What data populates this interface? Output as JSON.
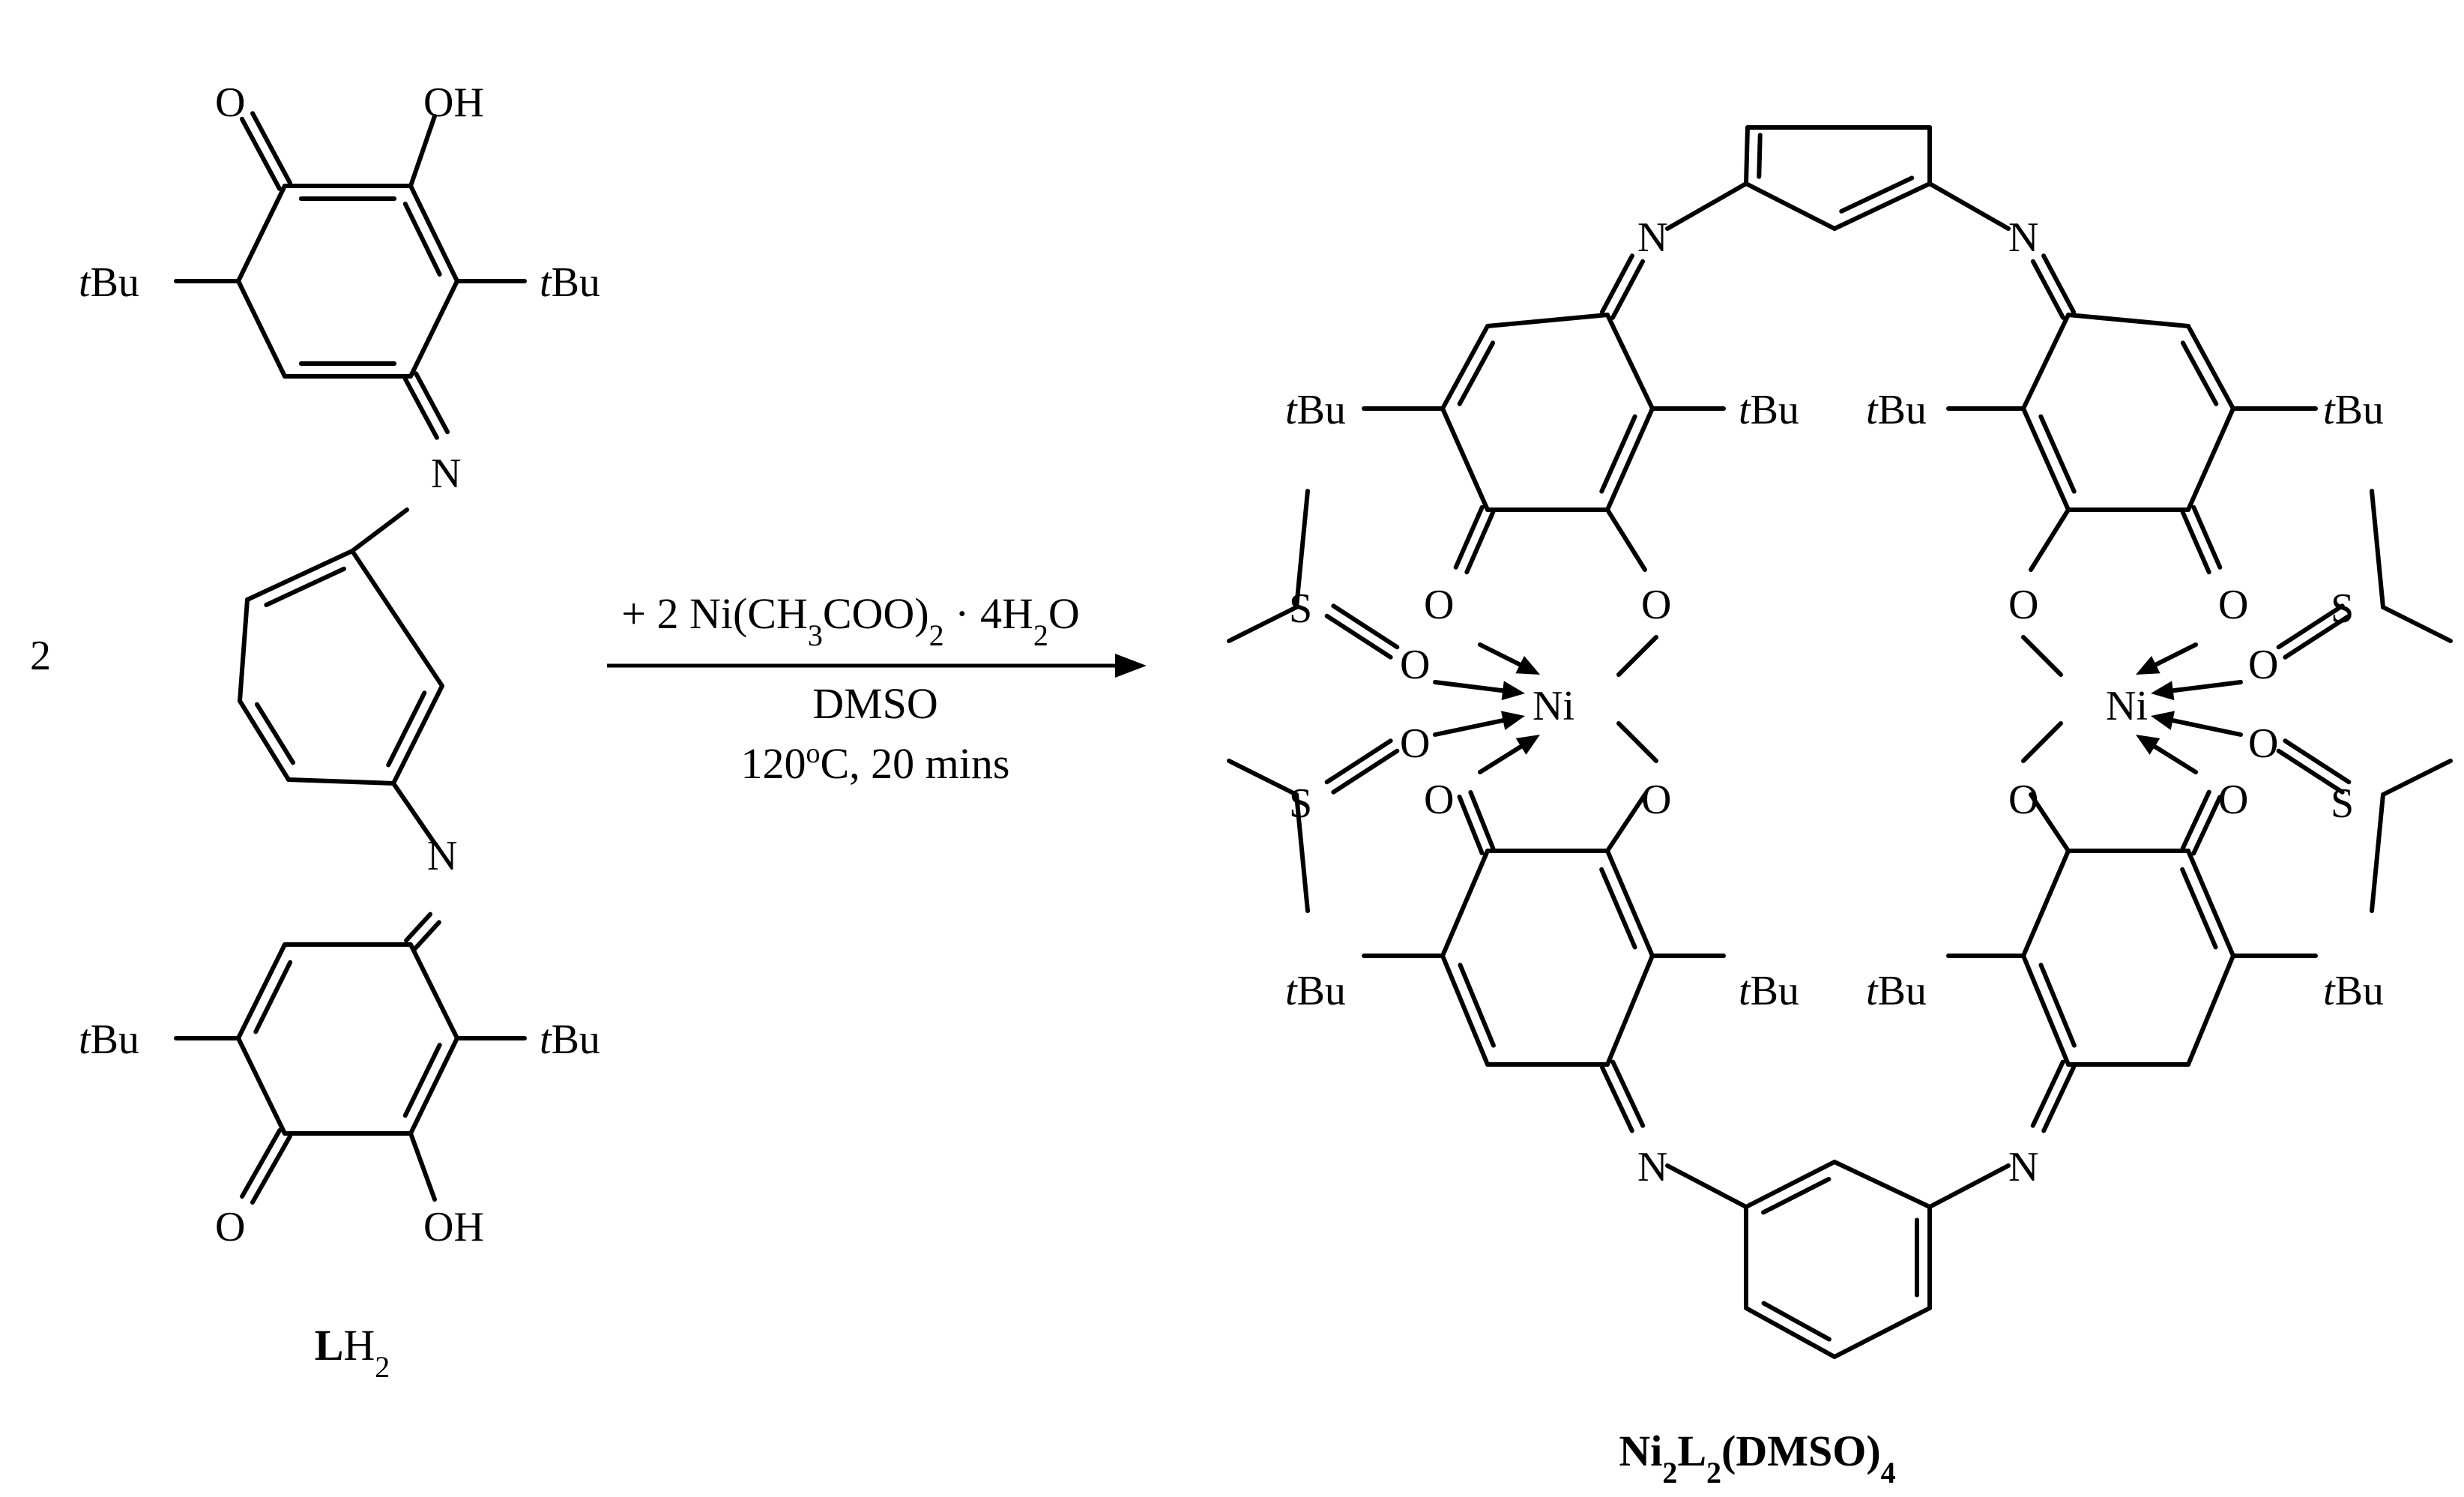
{
  "figure": {
    "coefficient": "2",
    "reagent": {
      "prefix": "+ 2 Ni(CH",
      "sub1": "3",
      "mid": "COO)",
      "sub2": "2",
      "dot": " · 4H",
      "sub3": "2",
      "suffix": "O"
    },
    "solvent": "DMSO",
    "conditions": {
      "temp": "120",
      "degree": "o",
      "rest": "C, 20 mins"
    },
    "ligand_label": {
      "bold": "L",
      "normal": "H",
      "sub": "2"
    },
    "product_label": {
      "a": "Ni",
      "sa": "2",
      "b": "L",
      "sb": "2",
      "c": "(DMSO)",
      "sc": "4"
    }
  },
  "atoms": {
    "o": "O",
    "oh": "OH",
    "n": "N",
    "s": "S",
    "ni": "Ni",
    "t": "t",
    "bu": "Bu"
  }
}
